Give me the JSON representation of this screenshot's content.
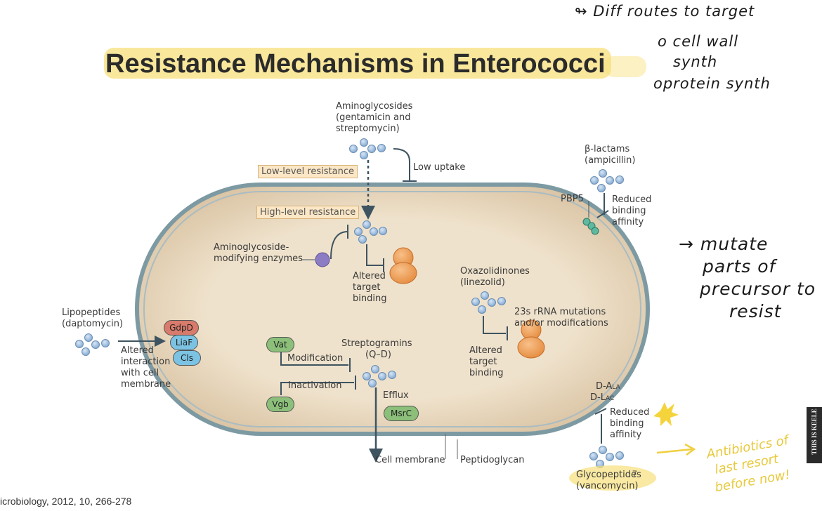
{
  "title": "Resistance Mechanisms in Enterococci",
  "footer_citation": "icrobiology, 2012, 10, 266-278",
  "page_number": "7",
  "brand_label": "THIS IS KEELE",
  "handwritten": {
    "top_right": [
      "↬ Diff routes to target",
      "o cell wall",
      "synth",
      "oprotein synth"
    ],
    "middle_right": [
      "→ mutate",
      "parts of",
      "precursor to",
      "resist"
    ],
    "bottom_right": [
      "Antibiotics of",
      "last resort",
      "before now!"
    ]
  },
  "diagram": {
    "aminoglycosides": [
      "Aminoglycosides",
      "(gentamicin and",
      "streptomycin)"
    ],
    "low_uptake": "Low uptake",
    "low_level": "Low-level resistance",
    "high_level": "High-level resistance",
    "modifying_enzymes": [
      "Aminoglycoside-",
      "modifying enzymes"
    ],
    "altered_target_1": [
      "Altered",
      "target",
      "binding"
    ],
    "beta_lactams": [
      "β-lactams",
      "(ampicillin)"
    ],
    "pbp5": "PBP5",
    "reduced_affinity_1": [
      "Reduced",
      "binding",
      "affinity"
    ],
    "oxazolidinones": [
      "Oxazolidinones",
      "(linezolid)"
    ],
    "rrna_mutations": [
      "23s rRNA mutations",
      "and/or modifications"
    ],
    "altered_target_2": [
      "Altered",
      "target",
      "binding"
    ],
    "lipopeptides": [
      "Lipopeptides",
      "(daptomycin)"
    ],
    "altered_interaction": [
      "Altered",
      "interaction",
      "with cell",
      "membrane"
    ],
    "gdpd": "GdpD",
    "liaf": "LiaF",
    "cls": "Cls",
    "streptogramins": [
      "Streptogramins",
      "(Q–D)"
    ],
    "vat": "Vat",
    "modification": "Modification",
    "inactivation": "Inactivation",
    "vgb": "Vgb",
    "efflux": "Efflux",
    "msrc": "MsrC",
    "d_ala": "D-Ala",
    "d_lac": "D-Lac",
    "reduced_affinity_2": [
      "Reduced",
      "binding",
      "affinity"
    ],
    "glycopeptides": [
      "Glycopeptides",
      "(vancomycin)"
    ],
    "cell_membrane": "Cell membrane",
    "peptidoglycan": "Peptidoglycan"
  },
  "colors": {
    "highlight": "#f7df7a",
    "cell_fill": "#ecdcc2",
    "cell_wall": "#7d9aa3",
    "drug_dot": "#9dbde0",
    "ribosome": "#f2a25c",
    "enzyme": "#8b7cc3",
    "green_protein": "#8cc07a",
    "red_protein": "#d97b6c",
    "blue_protein": "#7cc3e3",
    "pbp_dot": "#5fb8a0"
  }
}
